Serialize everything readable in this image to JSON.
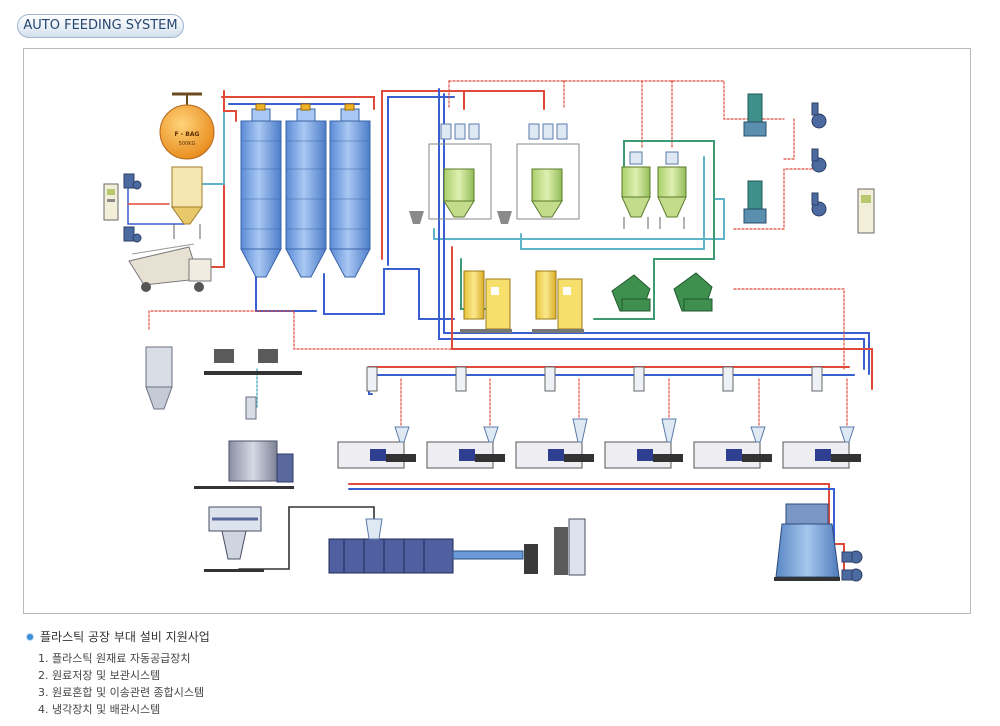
{
  "header": {
    "title": "AUTO FEEDING SYSTEM"
  },
  "diagram": {
    "fbag_label_line1": "F - BAG",
    "fbag_label_line2": "500KG"
  },
  "description": {
    "heading": "플라스틱 공장 부대 설비 지원사업",
    "items": [
      "1. 플라스틱 원재료 자동공급장치",
      "2. 원료저장 및 보관시스템",
      "3. 원료혼합 및 이송관련 종합시스템",
      "4. 냉각장치 및 배관시스템"
    ]
  },
  "colors": {
    "silo_blue": "#6f9fe0",
    "pipe_red": "#e04a3a",
    "pipe_blue": "#3a5fd0",
    "pipe_cyan": "#5fb4c8",
    "pipe_green": "#3e9a73",
    "dryer_yellow": "#f2d85a",
    "crusher_green": "#3f8f4f",
    "fbag_orange": "#f39a28"
  }
}
